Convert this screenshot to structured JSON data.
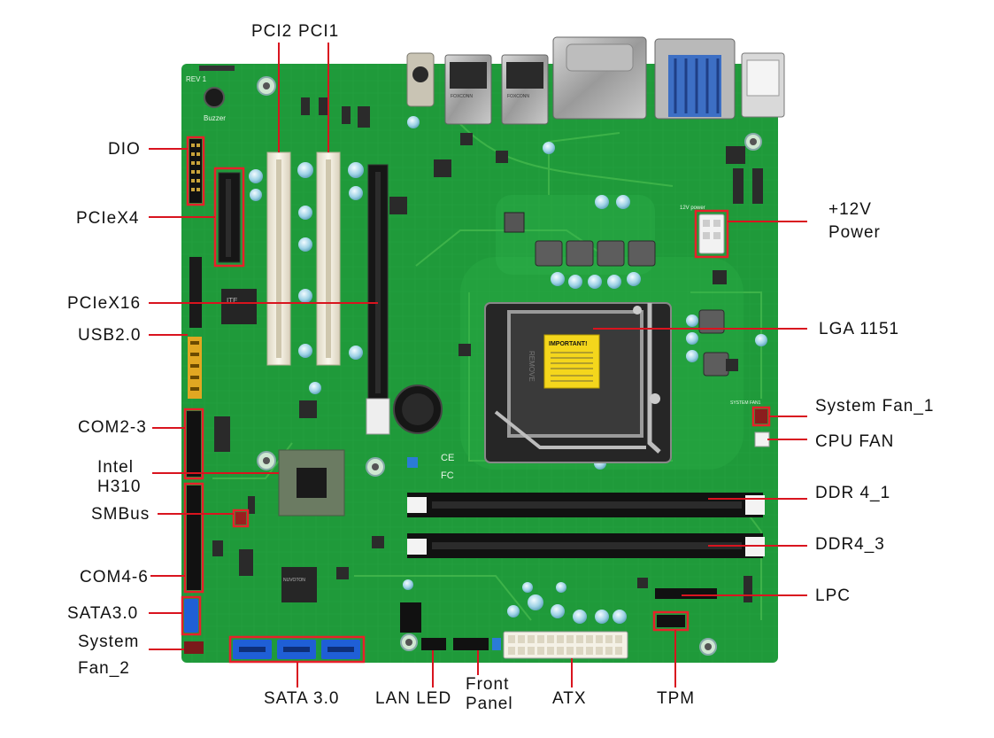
{
  "board": {
    "rev": "REV 1",
    "buzzer": "Buzzer",
    "chip_vendor": "ITE",
    "io_chip_vendor": "NUVOTON",
    "cpu_warning_title": "IMPORTANT!",
    "socket_cover": "REMOVE",
    "fc_mark": "FC",
    "ce_mark": "CE",
    "power_header_silk": "12V power",
    "fan_silk": "SYSTEM FAN1",
    "usb_port_silk": "FOXCONN"
  },
  "labels": {
    "pci2": "PCI2",
    "pci1": "PCI1",
    "dio": "DIO",
    "pciex4": "PCIeX4",
    "pciex16": "PCIeX16",
    "usb20": "USB2.0",
    "com23": "COM2-3",
    "intel_h310": "Intel\nH310",
    "smbus": "SMBus",
    "com46": "COM4-6",
    "sata30_left": "SATA3.0",
    "system_fan2": "System\nFan_2",
    "power12v": "+12V\nPower",
    "lga1151": "LGA 1151",
    "system_fan1": "System Fan_1",
    "cpu_fan": "CPU FAN",
    "ddr4_1": "DDR 4_1",
    "ddr4_3": "DDR4_3",
    "lpc": "LPC",
    "tpm": "TPM",
    "atx": "ATX",
    "front_panel": "Front\nPanel",
    "lan_led": "LAN LED",
    "sata30_bottom": "SATA 3.0"
  },
  "colors": {
    "pcb": "#1f9a3a",
    "pcb_dark": "#15762b",
    "trace": "#4cc24f",
    "highlight": "#e8202a",
    "leader": "#d9141f",
    "slot_white": "#f1ede0",
    "dimm_black": "#111111",
    "sata_blue": "#1f5fd6",
    "vga_blue": "#3d6fc4"
  }
}
